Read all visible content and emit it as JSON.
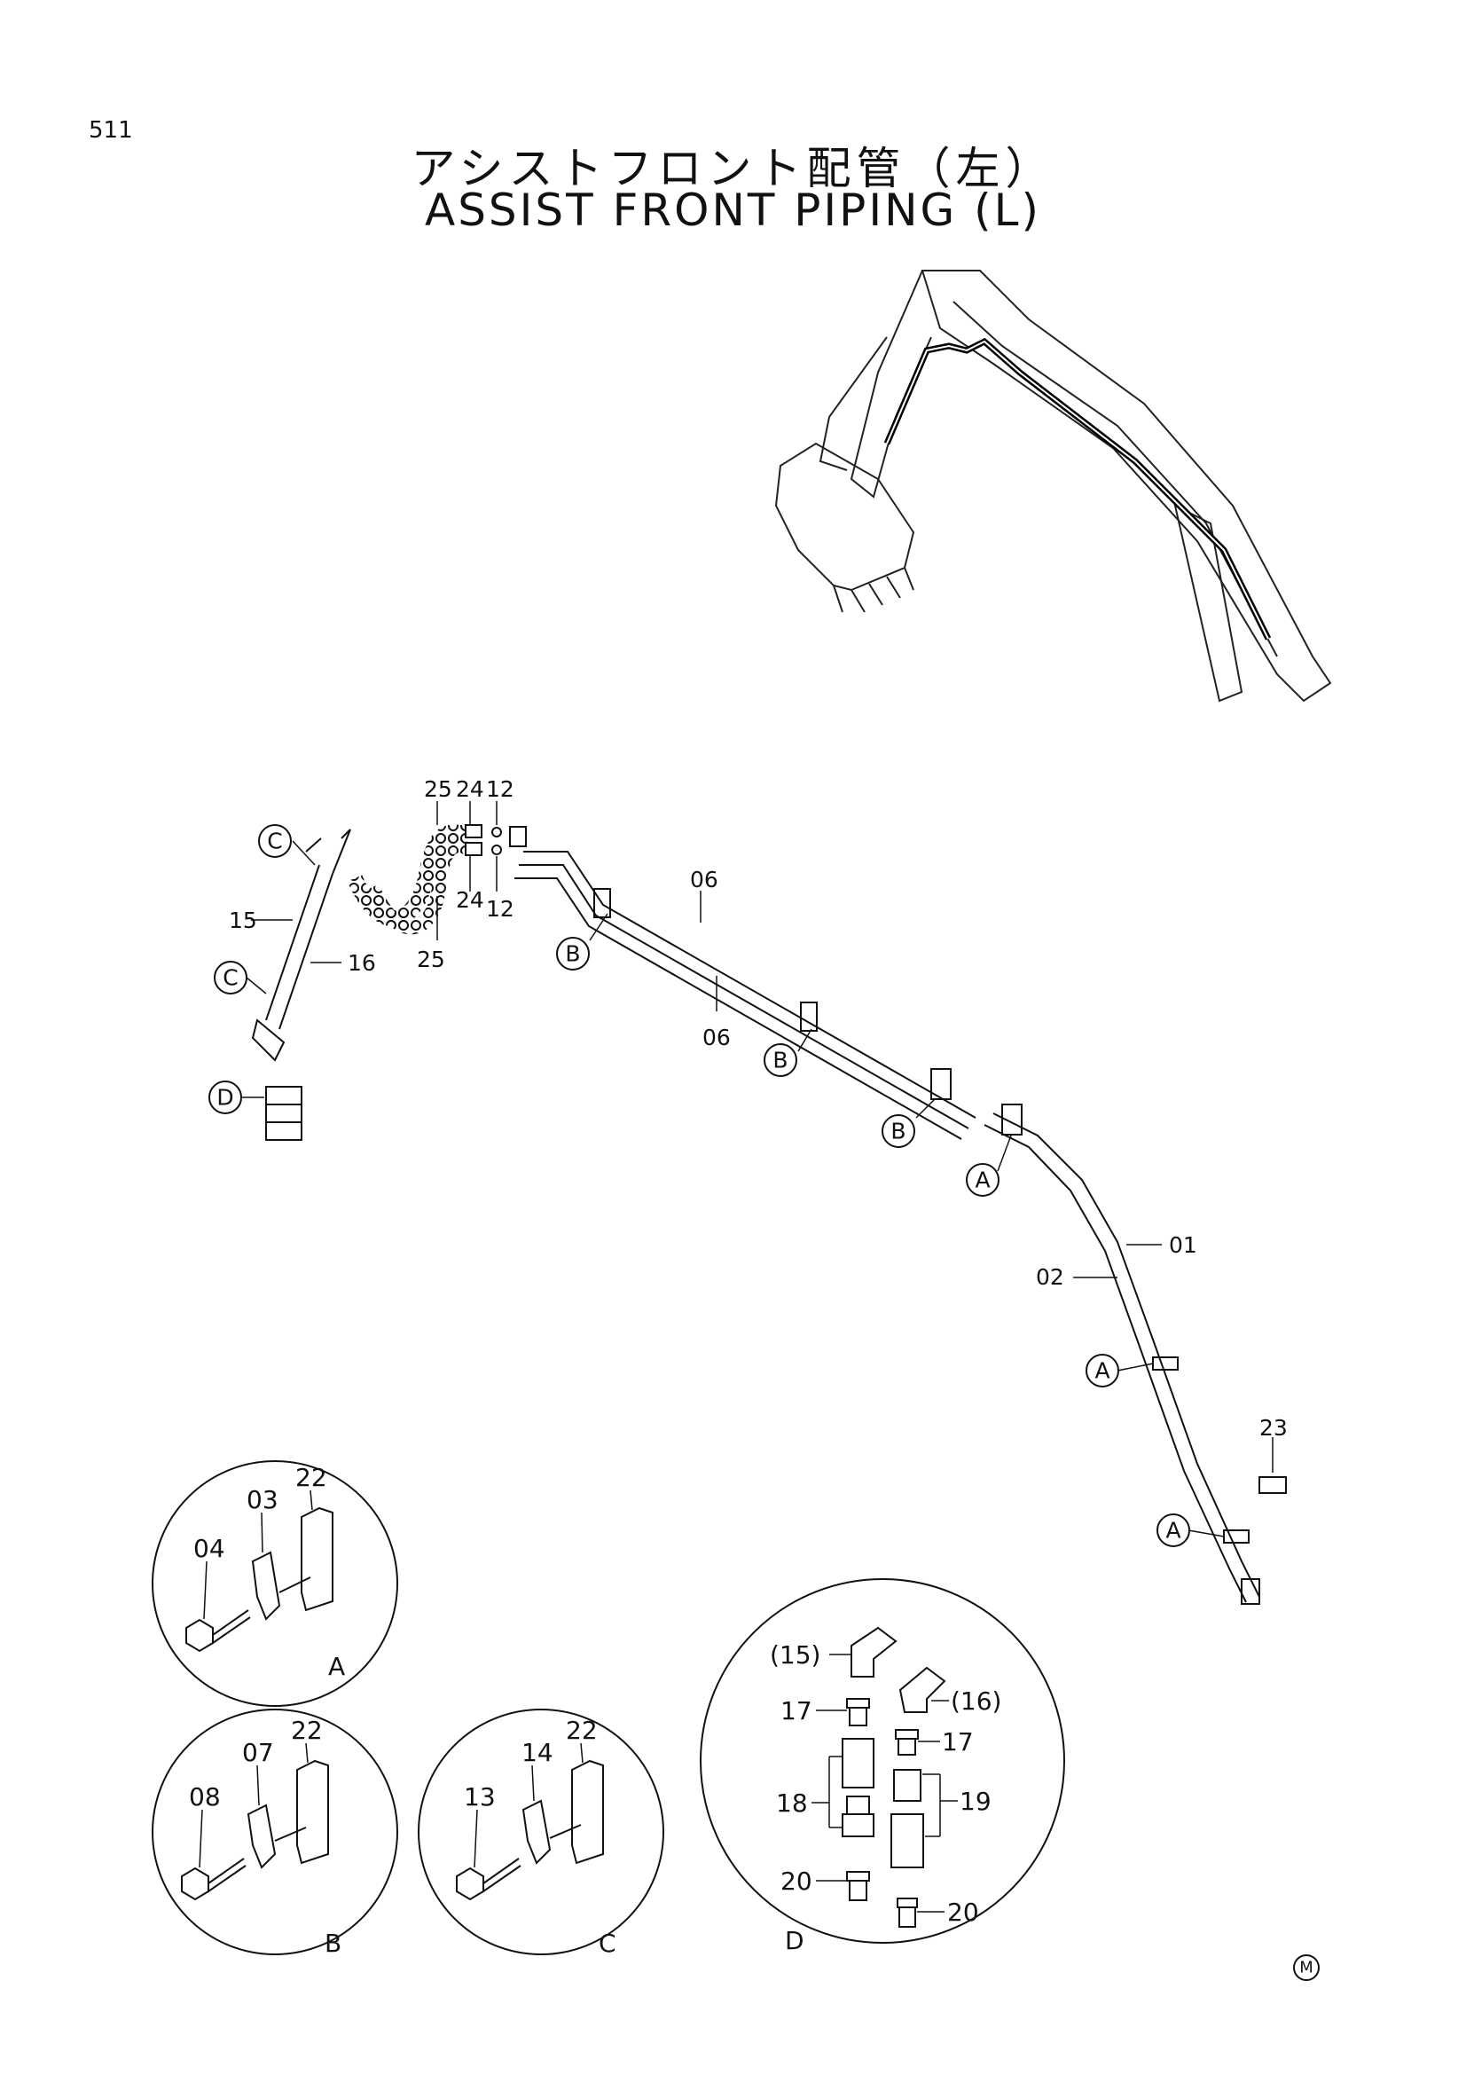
{
  "page_number": "511",
  "title_jp": "アシストフロント配管（左）",
  "title_en": "ASSIST FRONT PIPING (L)",
  "main_labels": {
    "p25_top": "25",
    "p24_top": "24",
    "p12_top": "12",
    "p24_bot": "24",
    "p12_bot": "12",
    "p25_bot": "25",
    "p15": "15",
    "p16": "16",
    "p06_top": "06",
    "p06_bot": "06",
    "p01": "01",
    "p02": "02",
    "p23": "23"
  },
  "callouts": {
    "c_top": "C",
    "c_mid": "C",
    "d": "D",
    "b1": "B",
    "b2": "B",
    "b3": "B",
    "a1": "A",
    "a2": "A",
    "a3": "A"
  },
  "detail_a": {
    "name": "A",
    "parts": [
      "04",
      "03",
      "22"
    ]
  },
  "detail_b": {
    "name": "B",
    "parts": [
      "08",
      "07",
      "22"
    ]
  },
  "detail_c": {
    "name": "C",
    "parts": [
      "13",
      "14",
      "22"
    ]
  },
  "detail_d": {
    "name": "D",
    "parts": [
      "(15)",
      "(16)",
      "17",
      "17",
      "18",
      "19",
      "20",
      "20"
    ]
  },
  "mark": "M"
}
